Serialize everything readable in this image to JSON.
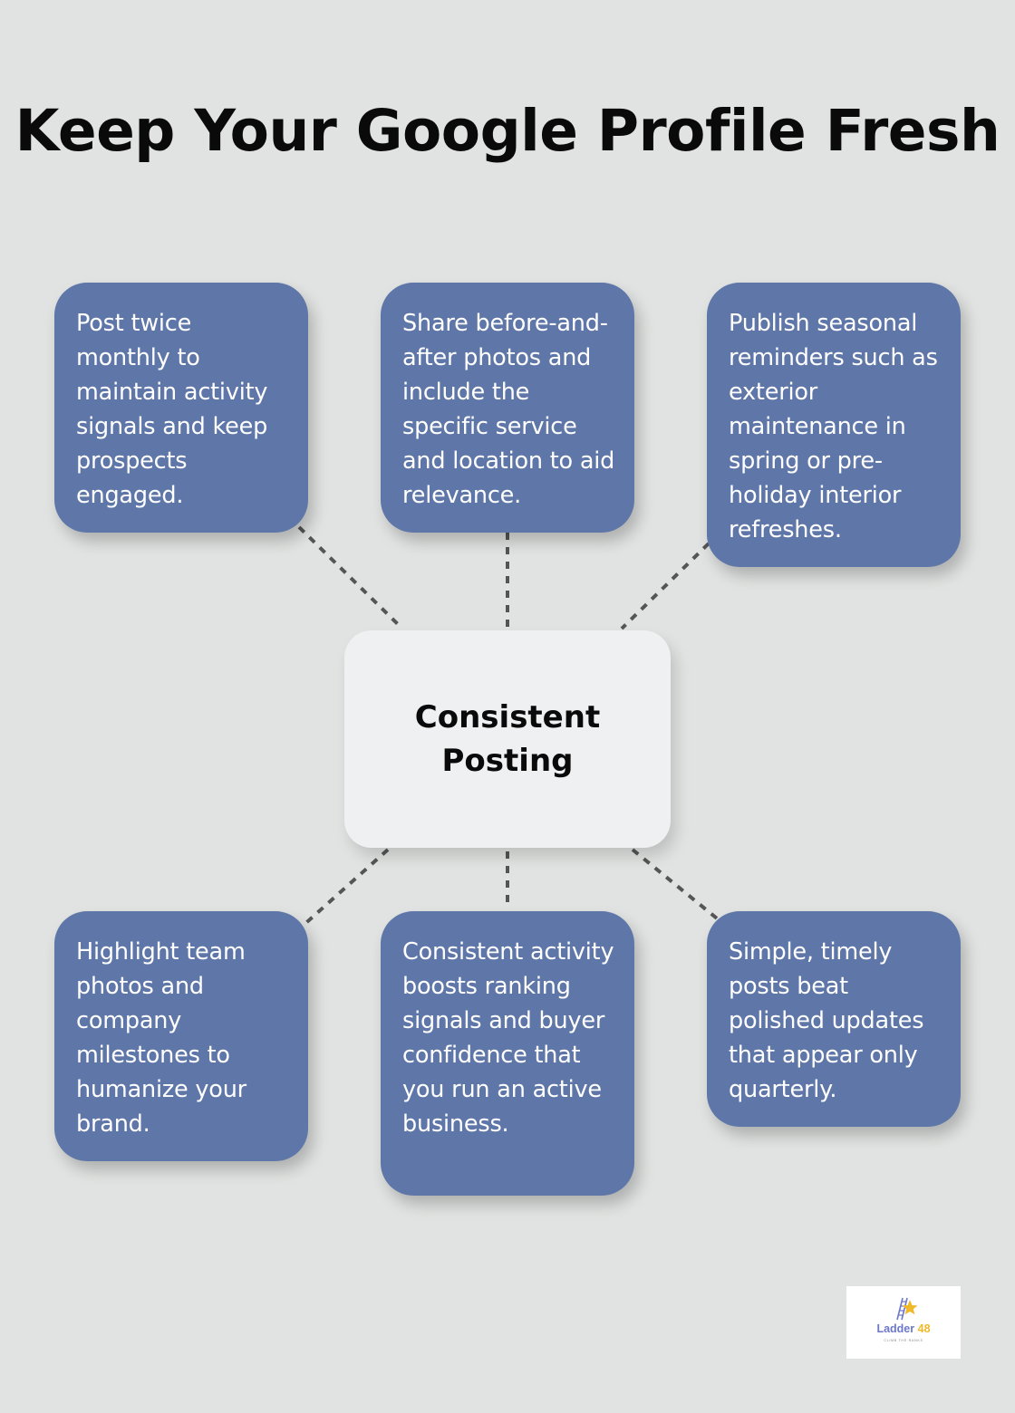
{
  "title": "Keep Your Google Profile Fresh",
  "center": {
    "label": "Consistent Posting"
  },
  "cards": [
    "Post twice monthly to maintain activity signals and keep prospects engaged.",
    "Share before-and-after photos and include the specific service and location to aid relevance.",
    "Publish seasonal reminders such as exterior maintenance in spring or pre-holiday interior refreshes.",
    "Highlight team photos and company milestones to humanize your brand.",
    "Consistent activity boosts ranking signals and buyer confidence that you run an active business.",
    "Simple, timely posts beat polished updates that appear only quarterly."
  ],
  "logo": {
    "name_text": "Ladder",
    "name_number": "48",
    "tagline": "CLIMB THE RANKS",
    "icon": "ladder-star-icon"
  },
  "colors": {
    "background": "#e1e3e2",
    "card": "#5f77a8",
    "center": "#eff0f1",
    "connector": "#555555"
  }
}
